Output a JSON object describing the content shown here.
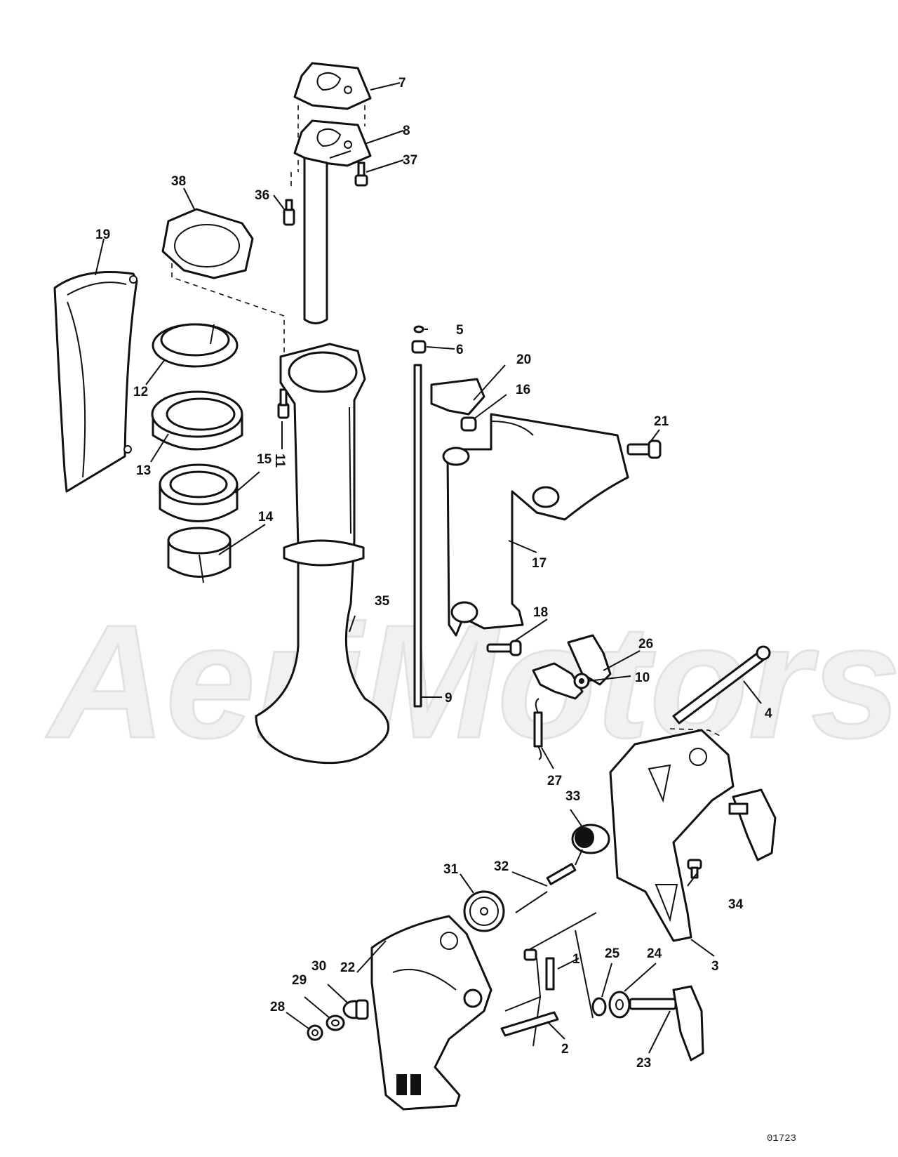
{
  "diagram": {
    "watermark": "AeriMotors",
    "reference_code": "01723",
    "callouts": [
      {
        "id": "c1",
        "label": "1"
      },
      {
        "id": "c2",
        "label": "2"
      },
      {
        "id": "c3",
        "label": "3"
      },
      {
        "id": "c4",
        "label": "4"
      },
      {
        "id": "c5",
        "label": "5"
      },
      {
        "id": "c6",
        "label": "6"
      },
      {
        "id": "c7",
        "label": "7"
      },
      {
        "id": "c8",
        "label": "8"
      },
      {
        "id": "c9",
        "label": "9"
      },
      {
        "id": "c10",
        "label": "10"
      },
      {
        "id": "c11",
        "label": "11"
      },
      {
        "id": "c12",
        "label": "12"
      },
      {
        "id": "c13",
        "label": "13"
      },
      {
        "id": "c14",
        "label": "14"
      },
      {
        "id": "c15",
        "label": "15"
      },
      {
        "id": "c16",
        "label": "16"
      },
      {
        "id": "c17",
        "label": "17"
      },
      {
        "id": "c18",
        "label": "18"
      },
      {
        "id": "c19",
        "label": "19"
      },
      {
        "id": "c20",
        "label": "20"
      },
      {
        "id": "c21",
        "label": "21"
      },
      {
        "id": "c22",
        "label": "22"
      },
      {
        "id": "c23",
        "label": "23"
      },
      {
        "id": "c24",
        "label": "24"
      },
      {
        "id": "c25",
        "label": "25"
      },
      {
        "id": "c26",
        "label": "26"
      },
      {
        "id": "c27",
        "label": "27"
      },
      {
        "id": "c28",
        "label": "28"
      },
      {
        "id": "c29",
        "label": "29"
      },
      {
        "id": "c30",
        "label": "30"
      },
      {
        "id": "c31",
        "label": "31"
      },
      {
        "id": "c32",
        "label": "32"
      },
      {
        "id": "c33",
        "label": "33"
      },
      {
        "id": "c34",
        "label": "34"
      },
      {
        "id": "c35",
        "label": "35"
      },
      {
        "id": "c36",
        "label": "36"
      },
      {
        "id": "c37",
        "label": "37"
      },
      {
        "id": "c38",
        "label": "38"
      }
    ]
  }
}
